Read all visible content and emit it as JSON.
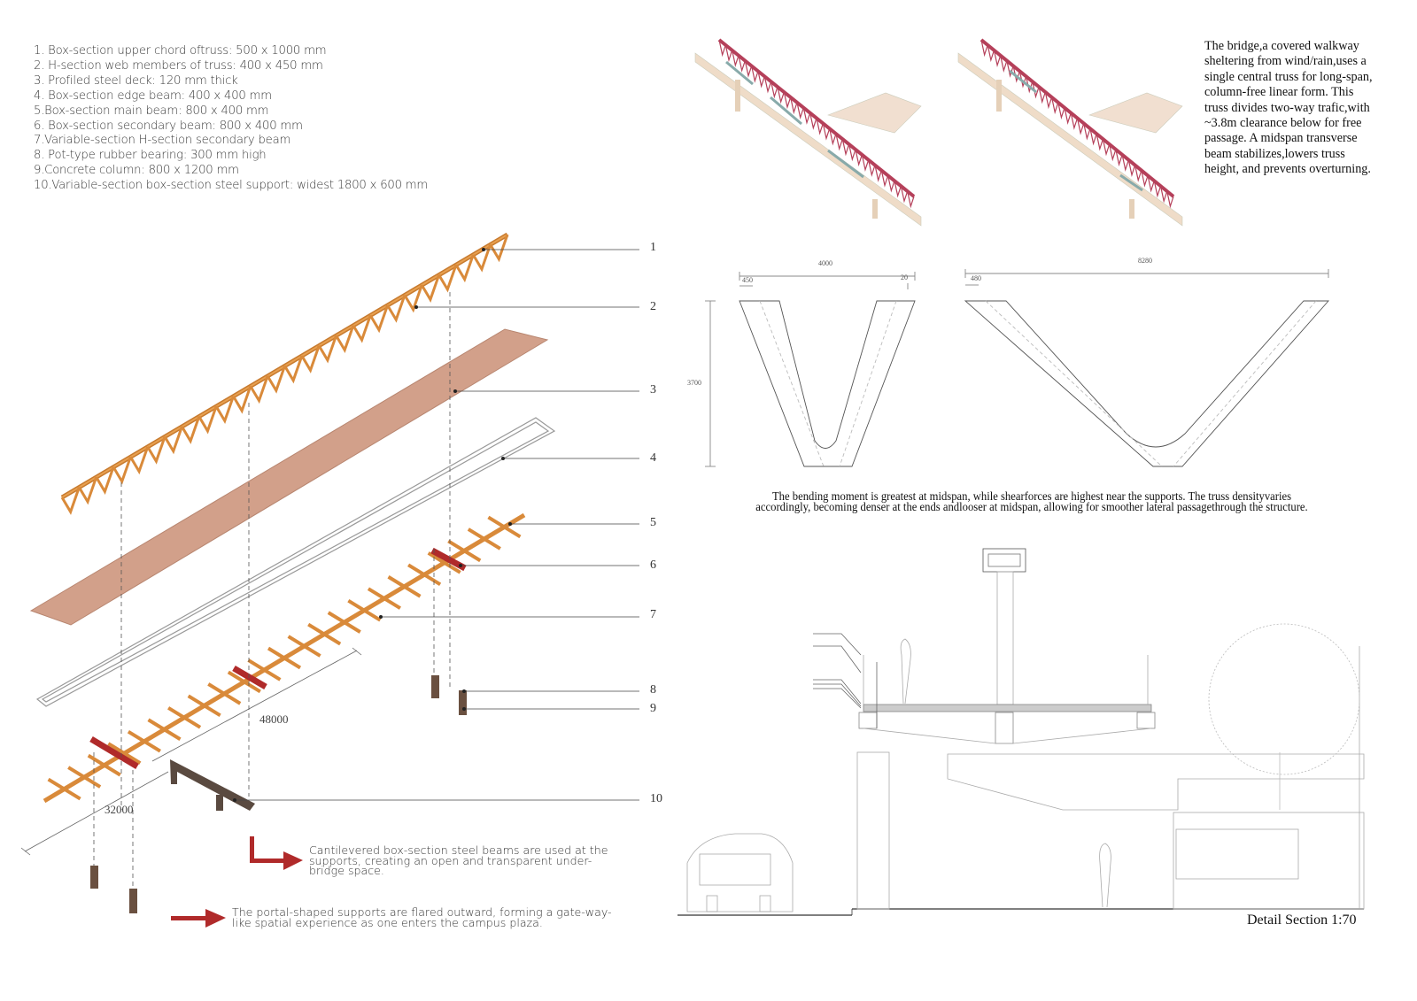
{
  "legend": [
    "1. Box-section upper chord oftruss: 500 x 1000 mm",
    "2. H-section web members of truss: 400 x 450 mm",
    "3. Profiled steel deck: 120 mm thick",
    "4. Box-section edge beam: 400 x 400 mm",
    "5.Box-section main beam: 800 x 400 mm",
    "6. Box-section secondary beam: 800 x 400 mm",
    "7.Variable-section H-section secondary beam",
    "8. Pot-type rubber bearing: 300 mm high",
    "9.Concrete column: 800 x 1200 mm",
    "10.Variable-section box-section steel support: widest 1800 x 600 mm"
  ],
  "callouts": [
    "1",
    "2",
    "3",
    "4",
    "5",
    "6",
    "7",
    "8",
    "9",
    "10"
  ],
  "dimensions": {
    "length": "48000",
    "width": "32000"
  },
  "notes": {
    "cantilever": "Cantilevered box-section steel beams are used at the supports, creating an open and transparent under-bridge space.",
    "portal": "The portal-shaped supports are flared outward, forming a gate-way-like spatial experience as one enters the campus plaza."
  },
  "description": "The bridge,a covered walkway sheltering from wind/rain,uses a single central truss for long-span, column-free linear form. This truss divides two-way trafic,with ~3.8m clearance below for free passage. A midspan transverse beam stabilizes,lowers truss height, and prevents overturning.",
  "v_diagrams": {
    "left": {
      "width": "4000",
      "member": "450",
      "offset": "20",
      "height": "3700"
    },
    "right": {
      "width": "8280",
      "member": "480"
    }
  },
  "caption": "The bending moment is greatest at midspan, while shearforces are highest near the supports. The truss densityvaries accordingly, becoming denser at the ends andlooser at midspan, allowing for smoother lateral passagethrough the structure.",
  "section": {
    "title": "Detail Section  1:70"
  },
  "colors": {
    "truss": "#d98a3a",
    "deck": "#d3a08a",
    "red": "#b02a2a",
    "support": "#5a4a40",
    "pink_truss": "#b5405a"
  }
}
